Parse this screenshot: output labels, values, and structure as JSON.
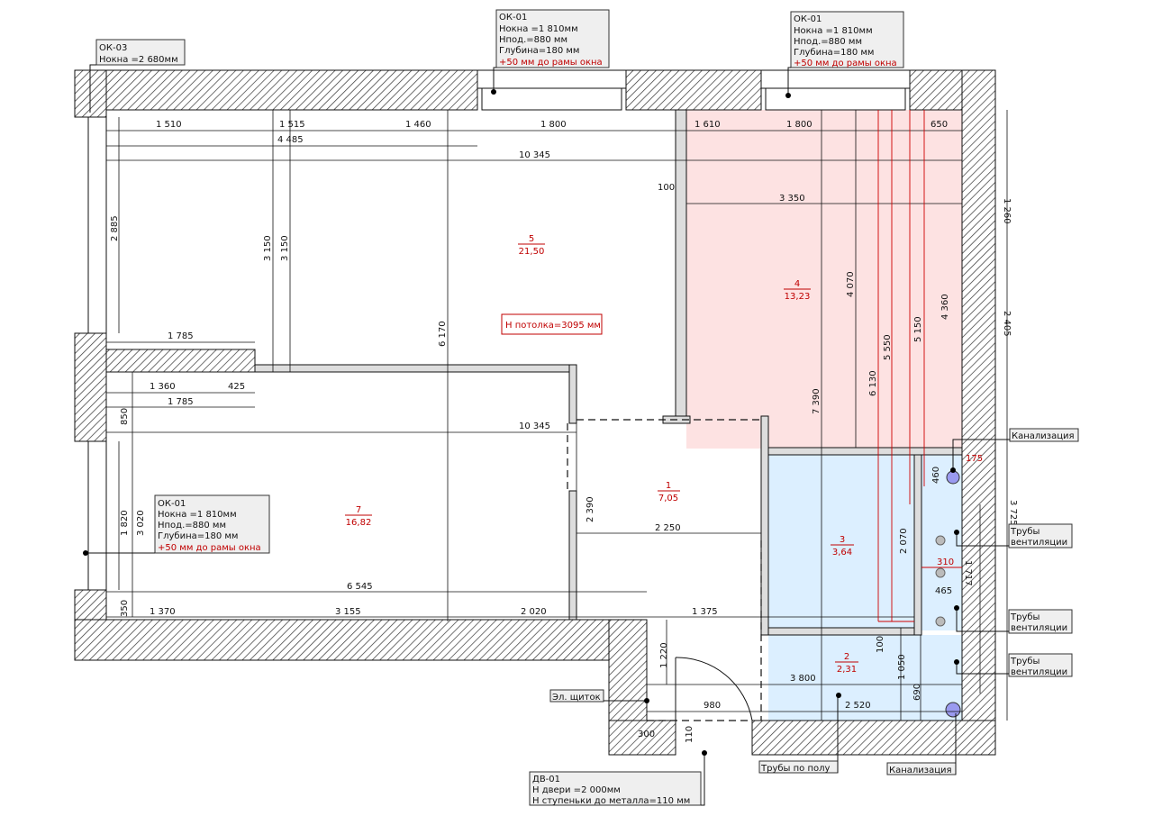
{
  "colors": {
    "wall_hatch": "#333333",
    "room_pink": "#fde2e2",
    "room_blue": "#dcefff",
    "accent_red": "#c00000",
    "pipe": "#9a9af0"
  },
  "dims": [
    "1 510",
    "1 515",
    "1 460",
    "1 800",
    "1 610",
    "1 800",
    "650",
    "4 485",
    "10 345",
    "100",
    "3 350",
    "2 885",
    "3 150",
    "3 150",
    "6 170",
    "4 070",
    "7 390",
    "6 130",
    "5 550",
    "5 150",
    "4 360",
    "1 260",
    "2 405",
    "3 725",
    "1 717",
    "1 785",
    "1 360",
    "425",
    "1 785",
    "10 345",
    "850",
    "3 020",
    "1 820",
    "6 545",
    "350",
    "1 370",
    "3 155",
    "2 020",
    "1 375",
    "2 390",
    "2 250",
    "2 070",
    "310",
    "465",
    "460",
    "175",
    "100",
    "1 050",
    "690",
    "1 220",
    "3 800",
    "980",
    "2 520",
    "300",
    "110"
  ],
  "rooms": [
    {
      "num": "5",
      "area": "21,50"
    },
    {
      "num": "4",
      "area": "13,23"
    },
    {
      "num": "7",
      "area": "16,82"
    },
    {
      "num": "1",
      "area": "7,05"
    },
    {
      "num": "3",
      "area": "3,64"
    },
    {
      "num": "2",
      "area": "2,31"
    }
  ],
  "ceiling_note": "Н потолка=3095 мм",
  "callouts": {
    "ok03": {
      "title": "ОК-03",
      "line1": "Нокна =2 680мм"
    },
    "ok01_a": {
      "title": "ОК-01",
      "line1": "Нокна =1 810мм",
      "line2": "Нпод.=880 мм",
      "line3": "Глубина=180 мм",
      "note": "+50 мм до рамы окна"
    },
    "ok01_b": {
      "title": "ОК-01",
      "line1": "Нокна =1 810мм",
      "line2": "Нпод.=880 мм",
      "line3": "Глубина=180 мм",
      "note": "+50 мм до рамы окна"
    },
    "ok01_c": {
      "title": "ОК-01",
      "line1": "Нокна =1 810мм",
      "line2": "Нпод.=880 мм",
      "line3": "Глубина=180 мм",
      "note": "+50 мм до рамы окна"
    },
    "dv01": {
      "title": "ДВ-01",
      "line1": "Н двери =2 000мм",
      "line2": "Н ступеньки до металла=110 мм"
    },
    "el_panel": "Эл. щиток",
    "floor_pipes": "Трубы по полу",
    "sewer_bottom": "Канализация",
    "sewer_right": "Канализация",
    "vent1": [
      "Трубы",
      "вентиляции"
    ],
    "vent2": [
      "Трубы",
      "вентиляции"
    ],
    "vent3": [
      "Трубы",
      "вентиляции"
    ]
  }
}
